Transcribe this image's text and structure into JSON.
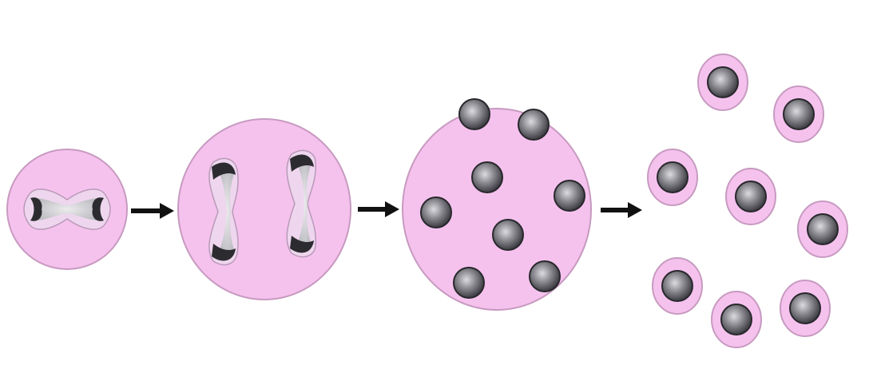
{
  "diagram": {
    "stages": [
      {
        "name": "stage-1-dividing-nucleus"
      },
      {
        "name": "stage-2-two-dividing-nuclei"
      },
      {
        "name": "stage-3-multinucleate-cell"
      },
      {
        "name": "stage-4-separated-daughter-cells"
      }
    ],
    "arrow_count": 3,
    "colors": {
      "cytoplasm": "#f5c2ee",
      "cytoplasm_outline": "#c79ac0",
      "nucleus_dark": "#3a3a3e",
      "nucleus_mid": "#7a7a80",
      "nucleus_light": "#d8d8dc",
      "spindle": "#d9d9dc",
      "arrow": "#111111"
    }
  }
}
